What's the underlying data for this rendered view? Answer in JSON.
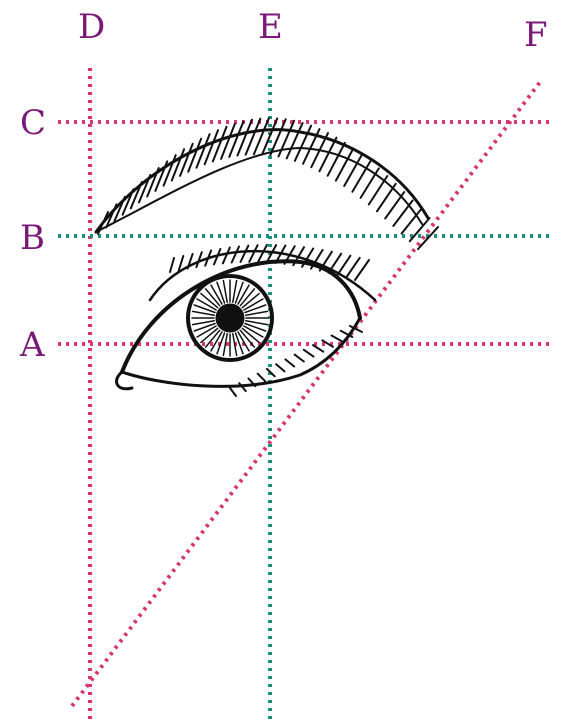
{
  "labels": {
    "a": "A",
    "b": "B",
    "c": "C",
    "d": "D",
    "e": "E",
    "f": "F"
  },
  "colors": {
    "pink": "#d9366c",
    "teal": "#198f80",
    "label": "#7a1a78",
    "ink": "#111111"
  }
}
